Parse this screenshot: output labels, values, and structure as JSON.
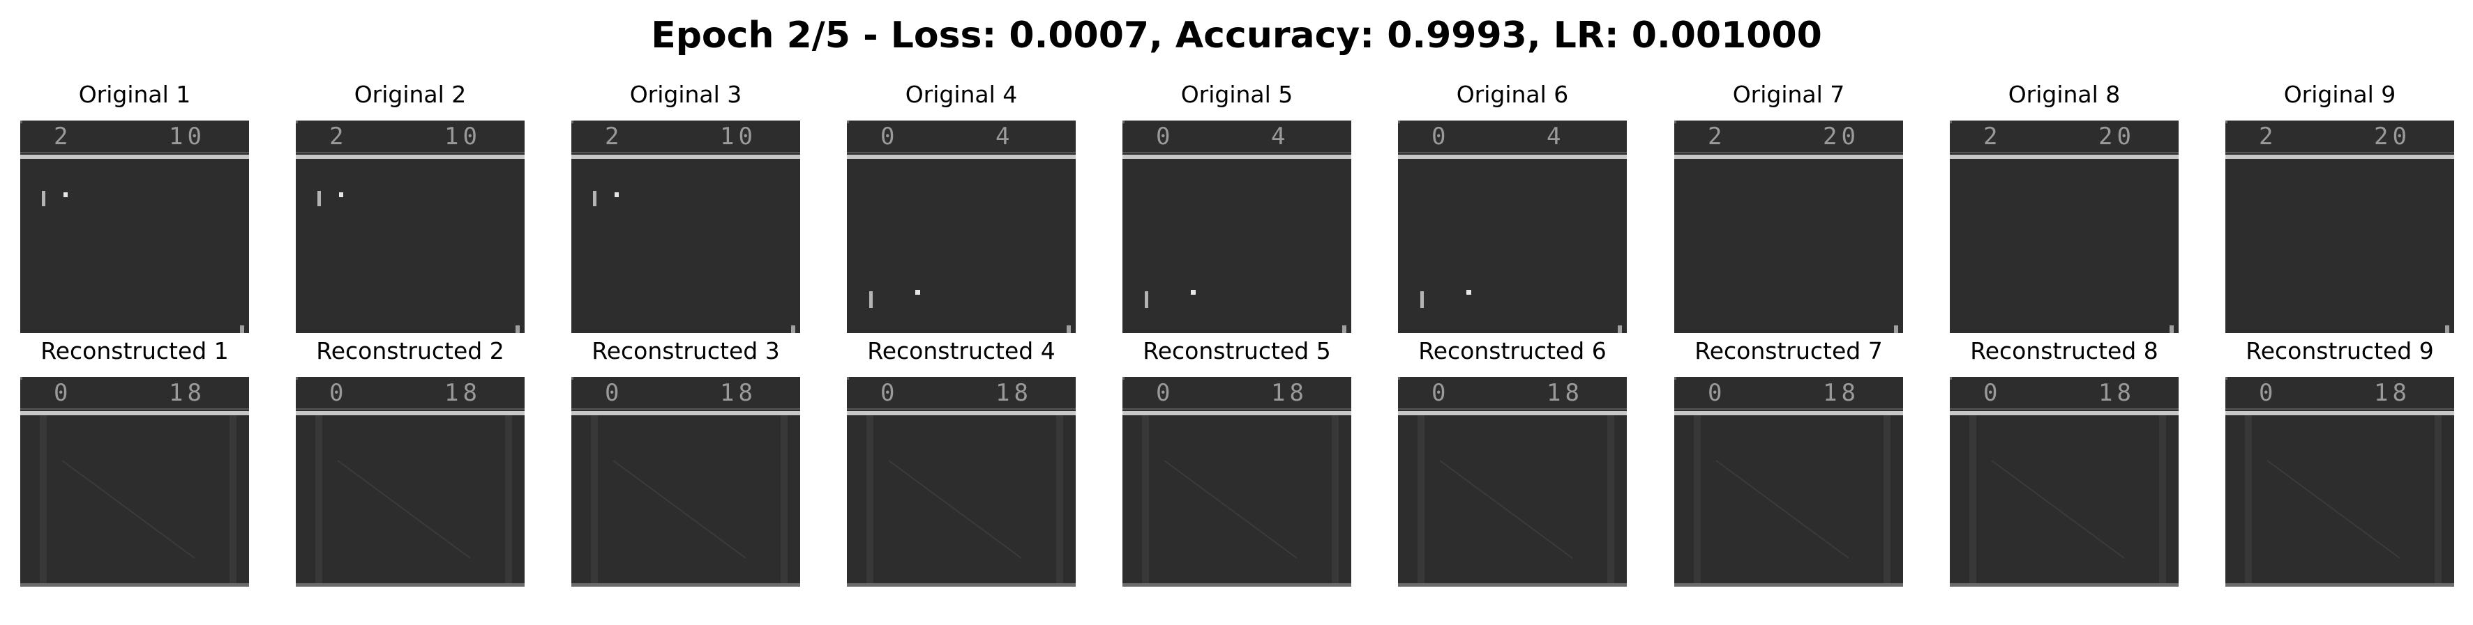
{
  "figure": {
    "title": "Epoch 2/5 - Loss: 0.0007, Accuracy: 0.9993, LR: 0.001000"
  },
  "colors": {
    "background": "#ffffff",
    "screen": "#2d2d2d",
    "bar": "#c8c8c8",
    "digit": "#9a9a9a",
    "sprite": "#e6e6e6"
  },
  "originals": [
    {
      "label": "Original 1",
      "score_left": "2",
      "score_right": "10",
      "state": "upper-left"
    },
    {
      "label": "Original 2",
      "score_left": "2",
      "score_right": "10",
      "state": "upper-left"
    },
    {
      "label": "Original 3",
      "score_left": "2",
      "score_right": "10",
      "state": "upper-left"
    },
    {
      "label": "Original 4",
      "score_left": "0",
      "score_right": "4",
      "state": "lower-left"
    },
    {
      "label": "Original 5",
      "score_left": "0",
      "score_right": "4",
      "state": "lower-left"
    },
    {
      "label": "Original 6",
      "score_left": "0",
      "score_right": "4",
      "state": "lower-left"
    },
    {
      "label": "Original 7",
      "score_left": "2",
      "score_right": "20",
      "state": "empty"
    },
    {
      "label": "Original 8",
      "score_left": "2",
      "score_right": "20",
      "state": "empty"
    },
    {
      "label": "Original 9",
      "score_left": "2",
      "score_right": "20",
      "state": "empty"
    }
  ],
  "reconstructions": [
    {
      "label": "Reconstructed 1",
      "score_left": "0",
      "score_right": "18"
    },
    {
      "label": "Reconstructed 2",
      "score_left": "0",
      "score_right": "18"
    },
    {
      "label": "Reconstructed 3",
      "score_left": "0",
      "score_right": "18"
    },
    {
      "label": "Reconstructed 4",
      "score_left": "0",
      "score_right": "18"
    },
    {
      "label": "Reconstructed 5",
      "score_left": "0",
      "score_right": "18"
    },
    {
      "label": "Reconstructed 6",
      "score_left": "0",
      "score_right": "18"
    },
    {
      "label": "Reconstructed 7",
      "score_left": "0",
      "score_right": "18"
    },
    {
      "label": "Reconstructed 8",
      "score_left": "0",
      "score_right": "18"
    },
    {
      "label": "Reconstructed 9",
      "score_left": "0",
      "score_right": "18"
    }
  ]
}
